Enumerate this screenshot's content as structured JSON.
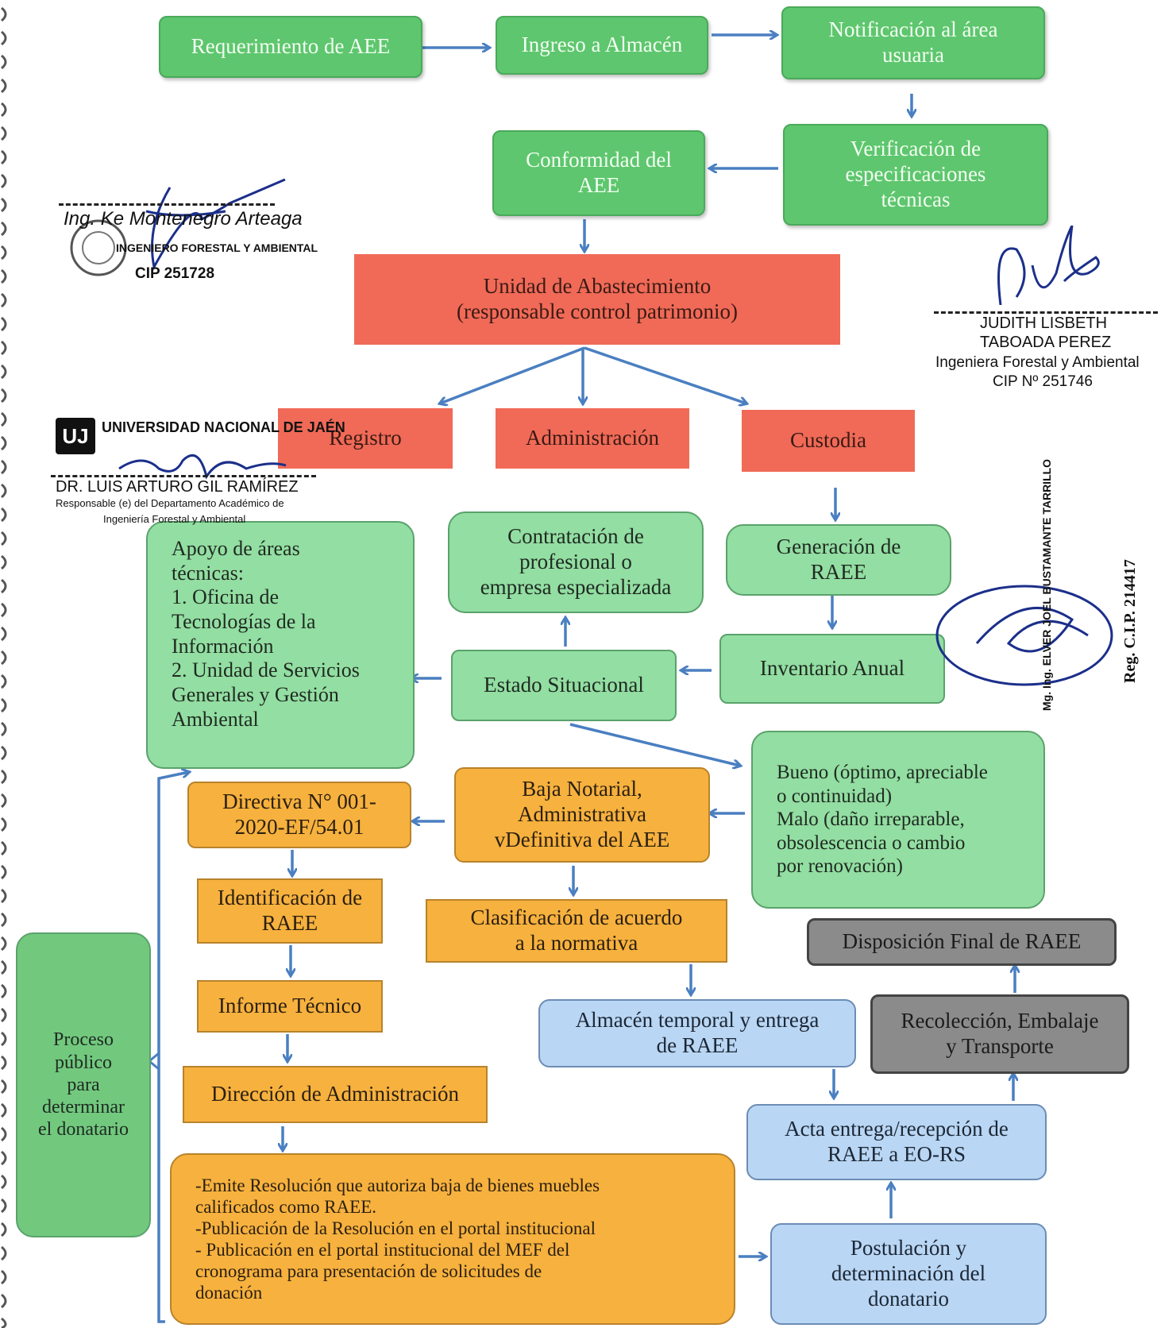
{
  "flow": {
    "requerimiento": "Requerimiento de AEE",
    "ingreso": "Ingreso a Almacén",
    "notificacion": "Notificación al área\nusuaria",
    "verificacion": "Verificación de\nespecificaciones\ntécnicas",
    "conformidad": "Conformidad del\nAEE",
    "unidad": "Unidad de Abastecimiento\n(responsable control patrimonio)",
    "registro": "Registro",
    "administracion": "Administración",
    "custodia": "Custodia",
    "contratacion": "Contratación de\nprofesional o\nempresa especializada",
    "generacion": "Generación de\nRAEE",
    "apoyo": "Apoyo de áreas\ntécnicas:\n1. Oficina de\nTecnologías de la\nInformación\n2.  Unidad de Servicios\nGenerales y Gestión\nAmbiental",
    "estado": "Estado Situacional",
    "inventario": "Inventario Anual",
    "bueno": "Bueno (óptimo, apreciable\no continuidad)\nMalo (daño irreparable,\nobsolescencia o cambio\npor renovación)",
    "directiva": "Directiva N° 001-\n2020-EF/54.01",
    "baja": "Baja Notarial,\nAdministrativa\nvDefinitiva del AEE",
    "identificacion": "Identificación de\nRAEE",
    "clasificacion": "Clasificación de acuerdo\na la normativa",
    "disposicion": "Disposición Final de RAEE",
    "informe": "Informe Técnico",
    "almacen_temporal": "Almacén temporal y entrega\nde RAEE",
    "recoleccion": "Recolección, Embalaje\ny Transporte",
    "proceso": "Proceso\npúblico\npara\ndeterminar\nel donatario",
    "direccion": "Dirección de Administración",
    "acta": "Acta entrega/recepción de\nRAEE a EO-RS",
    "emite": "-Emite  Resolución  que  autoriza  baja  de  bienes  muebles\ncalificados como RAEE.\n-Publicación de la Resolución en el portal institucional\n- Publicación en el portal institucional del MEF del\ncronograma para presentación de solicitudes de\ndonación",
    "postulacion": "Postulación y\ndeterminación del\ndonatario"
  },
  "signatures": {
    "s1_name": "Ing. Ke        Montenegro Arteaga",
    "s1_title": "INGENIERO FORESTAL Y AMBIENTAL",
    "s1_cip": "CIP  251728",
    "s2_name1": "JUDITH LISBETH",
    "s2_name2": "TABOADA PEREZ",
    "s2_title": "Ingeniera Forestal y Ambiental",
    "s2_cip": "CIP Nº 251746",
    "univ": "UNIVERSIDAD NACIONAL DE JAÉN",
    "s3_name": "DR. LUIS ARTURO GIL RAMÍREZ",
    "s3_title1": "Responsable (e) del Departamento Académico de",
    "s3_title2": "Ingeniería Forestal y Ambiental",
    "s4_name": "Mg. Ing. ELVER JOEL BUSTAMANTE TARRILLO",
    "s4_reg": "Reg. C.I.P. 214417"
  },
  "colors": {
    "dark_green": "#5ec66e",
    "red": "#f06a57",
    "light_green": "#93dea2",
    "orange": "#f7b13e",
    "blue": "#b9d6f4",
    "grey": "#8b8b8b",
    "arrow": "#4a7fc1"
  }
}
